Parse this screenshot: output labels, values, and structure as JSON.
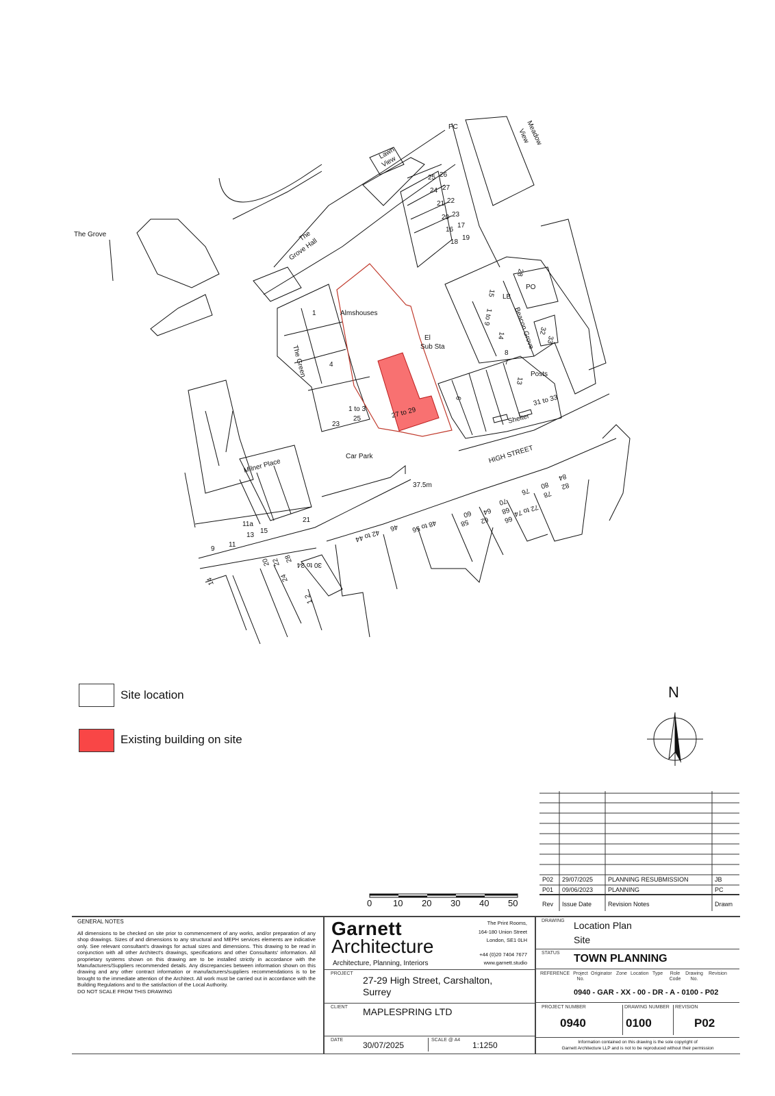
{
  "map": {
    "labels": [
      "The Grove",
      "The",
      "Grove Hall",
      "Lawn",
      "View",
      "PC",
      "Meadow",
      "View",
      "25",
      "26",
      "24",
      "27",
      "21",
      "22",
      "20",
      "23",
      "16",
      "17",
      "18",
      "19",
      "Almshouses",
      "El",
      "Sub Sta",
      "1 to 3",
      "25",
      "23",
      "27 to 29",
      "4",
      "1",
      "The Green",
      "15",
      "1 to 9",
      "14",
      "LB",
      "28",
      "PO",
      "Beacon Grove",
      "32",
      "33",
      "8",
      "7",
      "13",
      "Posts",
      "6",
      "31 to 33",
      "Shelter",
      "HIGH STREET",
      "Car Park",
      "37.5m",
      "Milner Place",
      "11a",
      "13",
      "15",
      "21",
      "9",
      "11",
      "14",
      "20",
      "22",
      "28",
      "30 to 34",
      "24",
      "1 2",
      "42 to 44",
      "46",
      "48 to 56",
      "58",
      "60",
      "62",
      "64",
      "66",
      "68",
      "70",
      "72 to 74",
      "76",
      "78",
      "80",
      "82",
      "84"
    ],
    "site_color": "#c0392b",
    "building_fill": "#f87171"
  },
  "legend": {
    "site_location": "Site location",
    "existing_building": "Existing building on site"
  },
  "north": {
    "label": "N"
  },
  "scale_bar": {
    "ticks": [
      "0",
      "10",
      "20",
      "30",
      "40",
      "50"
    ]
  },
  "revisions": {
    "headers": [
      "Rev",
      "Issue Date",
      "Revision Notes",
      "Drawn"
    ],
    "rows": [
      [
        "P02",
        "29/07/2025",
        "PLANNING RESUBMISSION",
        "JB"
      ],
      [
        "P01",
        "09/06/2023",
        "PLANNING",
        "PC"
      ]
    ]
  },
  "notes": {
    "title": "GENERAL NOTES",
    "body": "All dimensions to be checked on site prior to commencement of any works, and/or preparation of any shop drawings. Sizes of and dimensions to any structural and MEPH services elements are indicative only. See relevant consultant's drawings for actual sizes and dimensions. This drawing to be read in conjunction with all other Architect's drawings, specifications and other Consultants' information. All proprietary systems shown on this drawing are to be installed strictly in accordance with the Manufacturers/Suppliers recommended details. Any discrepancies between information shown on this drawing and any other contract information or manufacturers/suppliers recommendations is to be brought to the immediate attention of the Architect. All work must be carried out in accordance with the Building Regulations and to the satisfaction of the Local Authority.",
    "warning": "DO NOT SCALE FROM THIS DRAWING"
  },
  "firm": {
    "name1": "Garnett",
    "name2": "Architecture",
    "tagline": "Architecture, Planning, Interiors",
    "address1": "The Print Rooms,",
    "address2": "164-180 Union Street",
    "address3": "London, SE1 0LH",
    "phone": "+44 (0)20 7404 7677",
    "web": "www.garnett.studio"
  },
  "project": {
    "label": "PROJECT",
    "line1": "27-29 High Street, Carshalton,",
    "line2": "Surrey"
  },
  "client": {
    "label": "CLIENT",
    "value": "MAPLESPRING LTD"
  },
  "date": {
    "label": "DATE",
    "value": "30/07/2025"
  },
  "scale": {
    "label": "SCALE @ A4",
    "value": "1:1250"
  },
  "drawing": {
    "label": "DRAWING",
    "line1": "Location Plan",
    "line2": "Site"
  },
  "status": {
    "label": "STATUS",
    "value": "TOWN PLANNING"
  },
  "reference": {
    "label": "REFERENCE",
    "fields": [
      "Project No.",
      "Originator",
      "Zone",
      "Location",
      "Type",
      "Role Code",
      "Drawing No.",
      "Revision"
    ],
    "value": "0940 - GAR - XX - 00 - DR - A - 0100 - P02"
  },
  "numbers": {
    "project_label": "PROJECT NUMBER",
    "project": "0940",
    "drawing_label": "DRAWING NUMBER",
    "drawing": "0100",
    "revision_label": "REVISION",
    "revision": "P02"
  },
  "copyright": {
    "line1": "Information contained on this drawing is the sole copyright of",
    "line2": "Garnett Architecture LLP and is not to be reproduced without their permission"
  }
}
